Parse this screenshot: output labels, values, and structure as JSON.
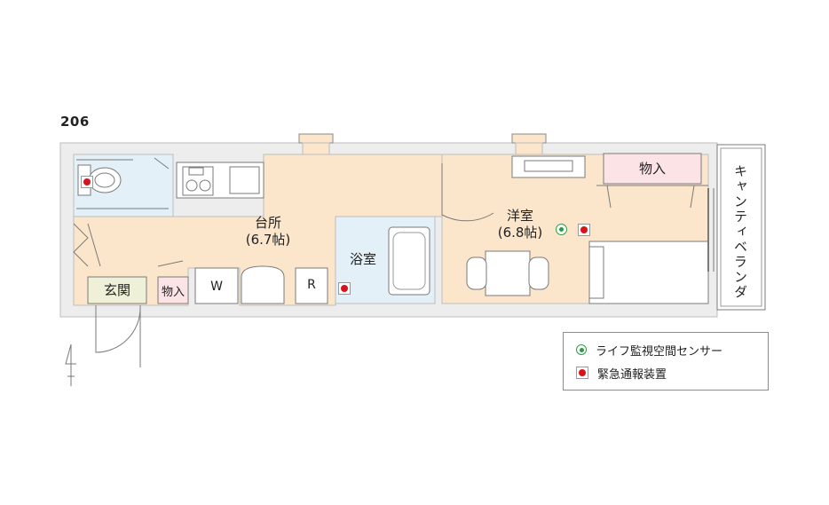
{
  "unit_number": "206",
  "rooms": {
    "kitchen": {
      "name": "台所",
      "size": "(6.7帖)"
    },
    "western_room": {
      "name": "洋室",
      "size": "(6.8帖)"
    },
    "bath": {
      "name": "浴室"
    },
    "entrance": {
      "name": "玄関"
    },
    "storage_entrance": {
      "name": "物入"
    },
    "storage_room": {
      "name": "物入"
    },
    "veranda": {
      "name": "キャンティベランダ"
    }
  },
  "fixtures": {
    "washer": "W",
    "refrigerator": "R"
  },
  "legend": {
    "life_sensor": "ライフ監視空間センサー",
    "emergency": "緊急通報装置"
  },
  "colors": {
    "room_floor": "#fbe6cc",
    "wet_area": "#e3f0f8",
    "wall": "#eeeeee",
    "storage_pink": "#fbe3e6",
    "sensor_green": "#2e9a47",
    "emergency_red": "#d7141a"
  }
}
